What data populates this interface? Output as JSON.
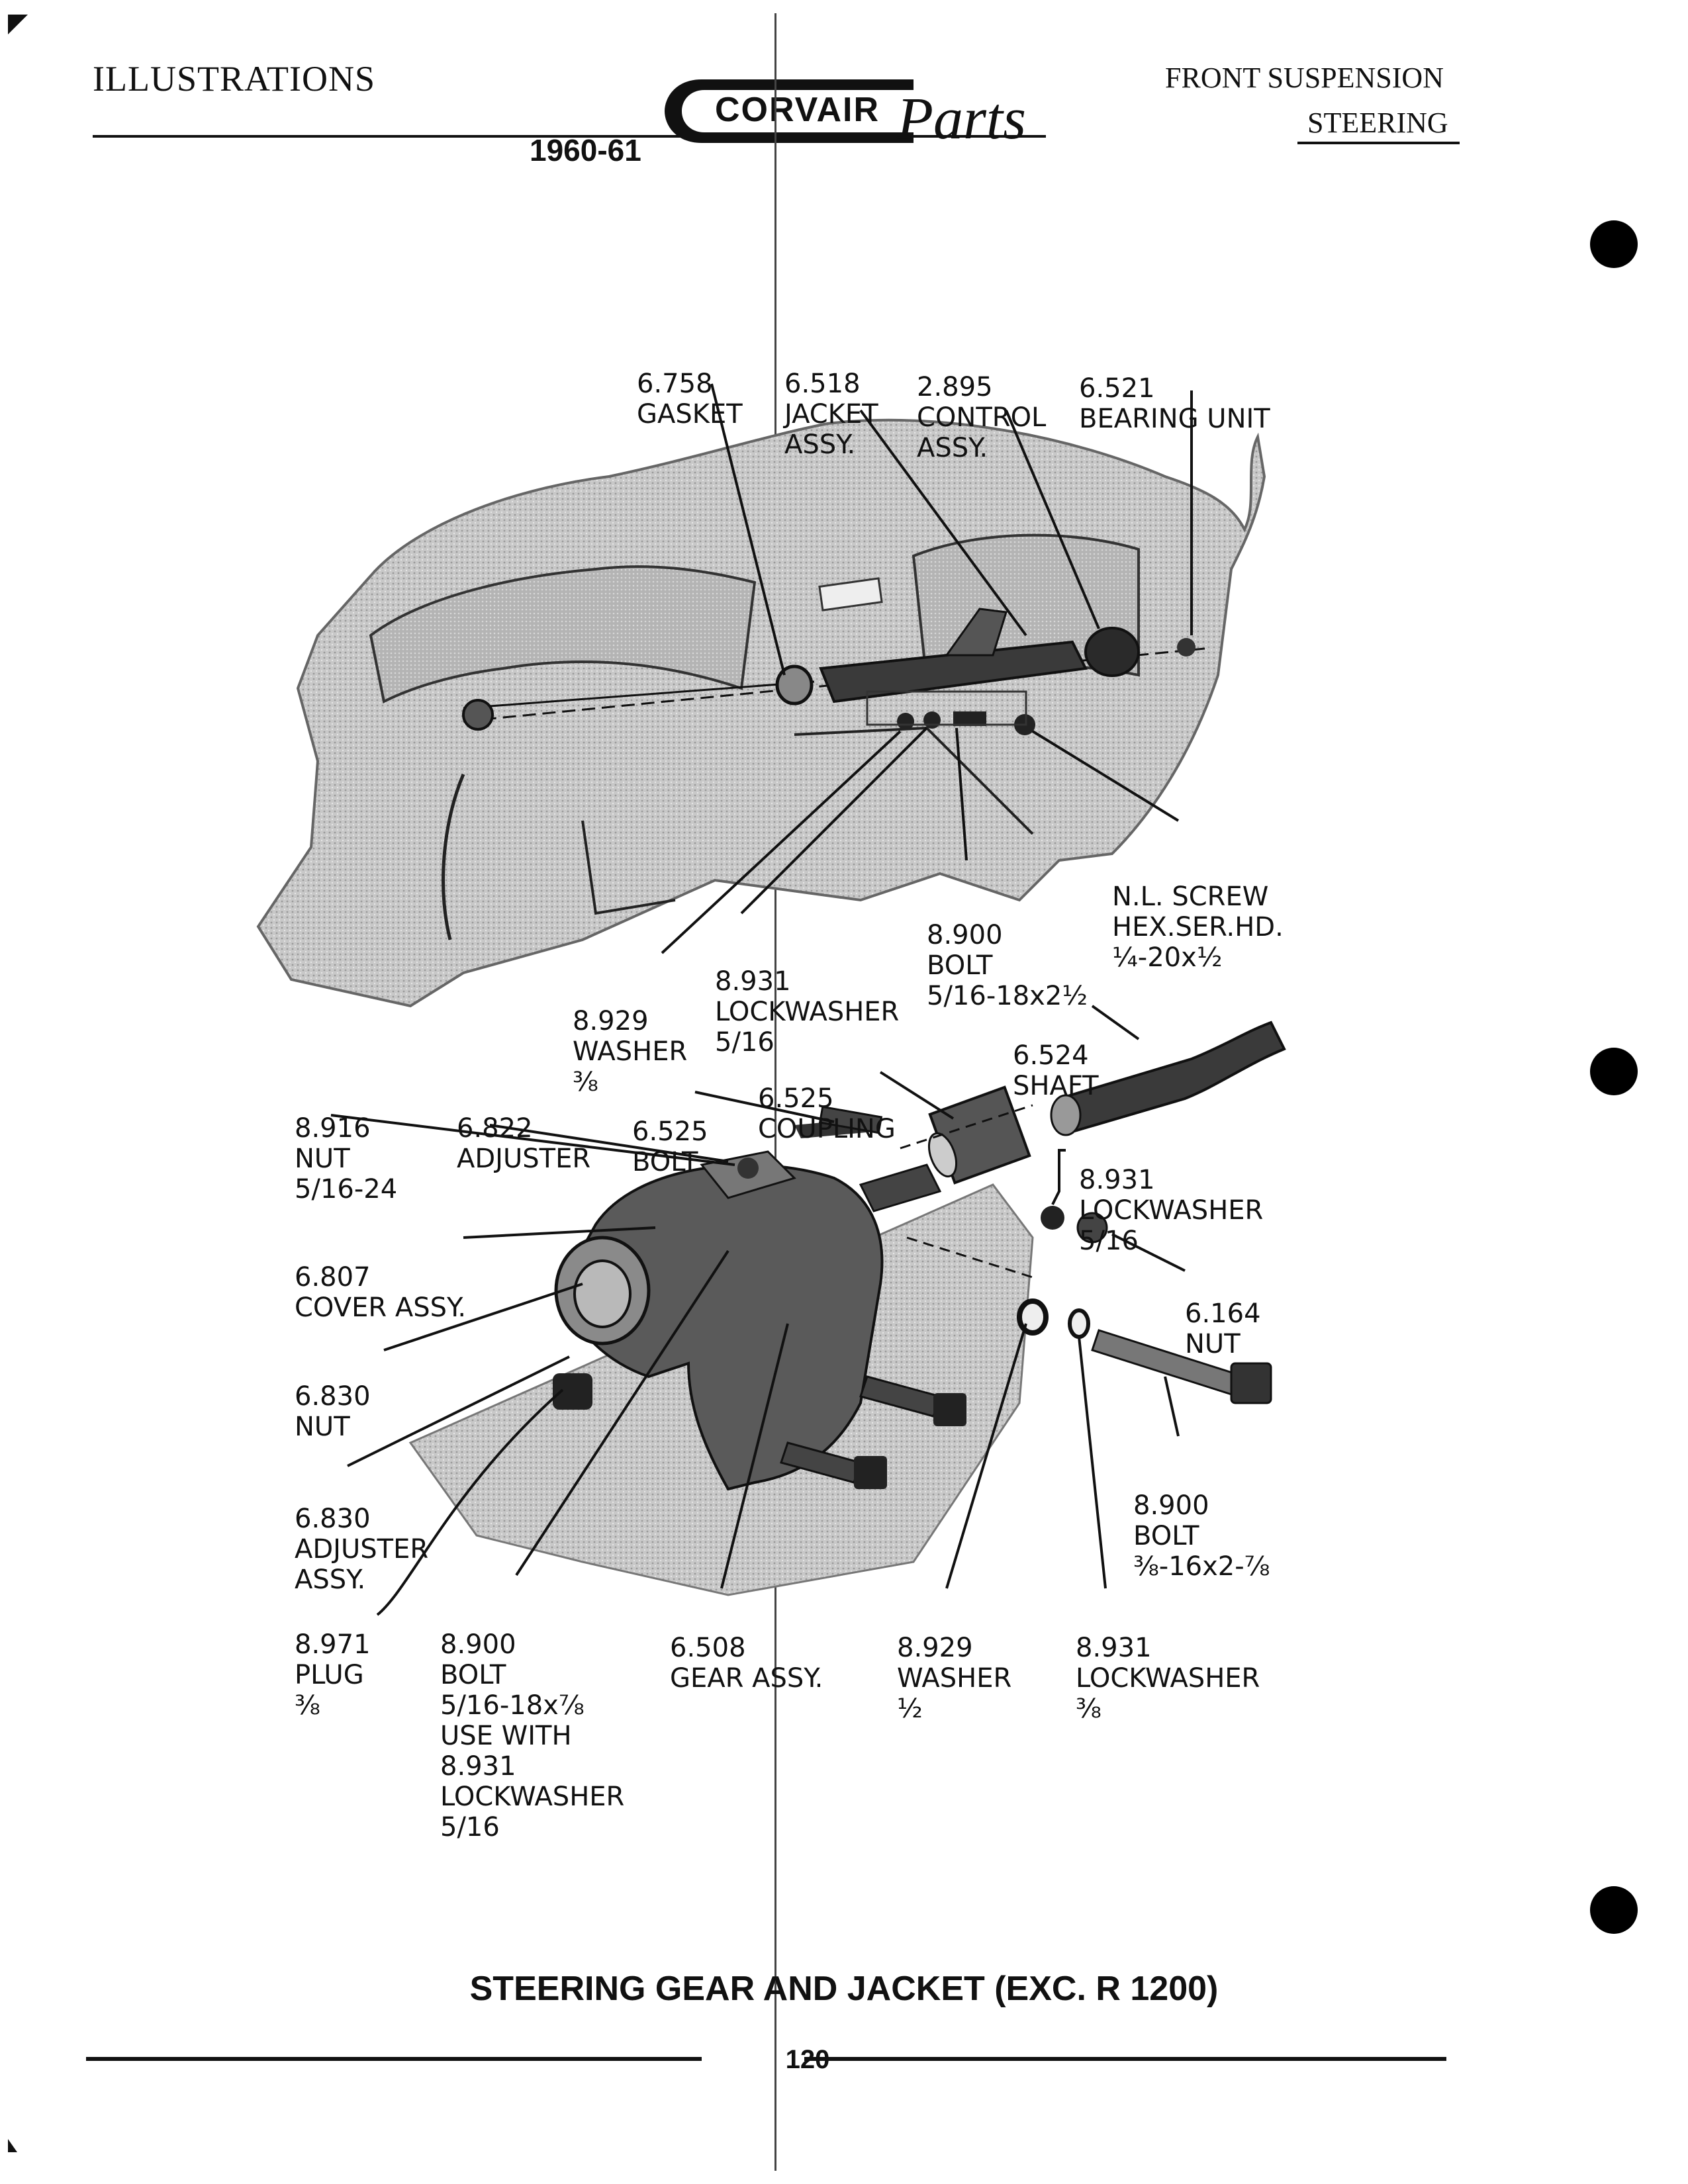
{
  "header": {
    "left_title": "ILLUSTRATIONS",
    "year": "1960-61",
    "logo_text": "CORVAIR",
    "logo_script": "Parts",
    "right_line1": "FRONT SUSPENSION",
    "right_line2": "STEERING"
  },
  "labels": [
    {
      "id": "6758",
      "lines": [
        "6.758",
        "GASKET"
      ]
    },
    {
      "id": "6518",
      "lines": [
        "6.518",
        "JACKET",
        "ASSY."
      ]
    },
    {
      "id": "2895",
      "lines": [
        "2.895",
        "CONTROL",
        "ASSY."
      ]
    },
    {
      "id": "6521",
      "lines": [
        "6.521",
        "BEARING UNIT"
      ]
    },
    {
      "id": "nlscrew",
      "lines": [
        "N.L. SCREW",
        "HEX.SER.HD.",
        "¼-20x½"
      ]
    },
    {
      "id": "8900a",
      "lines": [
        "8.900",
        "BOLT",
        "5/16-18x2½"
      ]
    },
    {
      "id": "8931a",
      "lines": [
        "8.931",
        "LOCKWASHER",
        "5/16"
      ]
    },
    {
      "id": "8929a",
      "lines": [
        "8.929",
        "WASHER",
        "⅜"
      ]
    },
    {
      "id": "6524",
      "lines": [
        "6.524",
        "SHAFT"
      ]
    },
    {
      "id": "6525c",
      "lines": [
        "6.525",
        "COUPLING"
      ]
    },
    {
      "id": "8916",
      "lines": [
        "8.916",
        "NUT",
        "5/16-24"
      ]
    },
    {
      "id": "6822",
      "lines": [
        "6.822",
        "ADJUSTER"
      ]
    },
    {
      "id": "6525b",
      "lines": [
        "6.525",
        "BOLT"
      ]
    },
    {
      "id": "8931b",
      "lines": [
        "8.931",
        "LOCKWASHER",
        "5/16"
      ]
    },
    {
      "id": "6807",
      "lines": [
        "6.807",
        "COVER ASSY."
      ]
    },
    {
      "id": "6164",
      "lines": [
        "6.164",
        "NUT"
      ]
    },
    {
      "id": "6830n",
      "lines": [
        "6.830",
        "NUT"
      ]
    },
    {
      "id": "8900b",
      "lines": [
        "8.900",
        "BOLT",
        "⅜-16x2-⅞"
      ]
    },
    {
      "id": "6830a",
      "lines": [
        "6.830",
        "ADJUSTER",
        "ASSY."
      ]
    },
    {
      "id": "8971",
      "lines": [
        "8.971",
        "PLUG",
        "⅜"
      ]
    },
    {
      "id": "8900c",
      "lines": [
        "8.900",
        "BOLT",
        "5/16-18x⅞",
        "USE WITH",
        "8.931",
        "LOCKWASHER",
        "5/16"
      ]
    },
    {
      "id": "6508",
      "lines": [
        "6.508",
        "GEAR ASSY."
      ]
    },
    {
      "id": "8929b",
      "lines": [
        "8.929",
        "WASHER",
        "½"
      ]
    },
    {
      "id": "8931c",
      "lines": [
        "8.931",
        "LOCKWASHER",
        "⅜"
      ]
    }
  ],
  "caption": "STEERING GEAR AND JACKET (EXC. R 1200)",
  "page_number": "120"
}
